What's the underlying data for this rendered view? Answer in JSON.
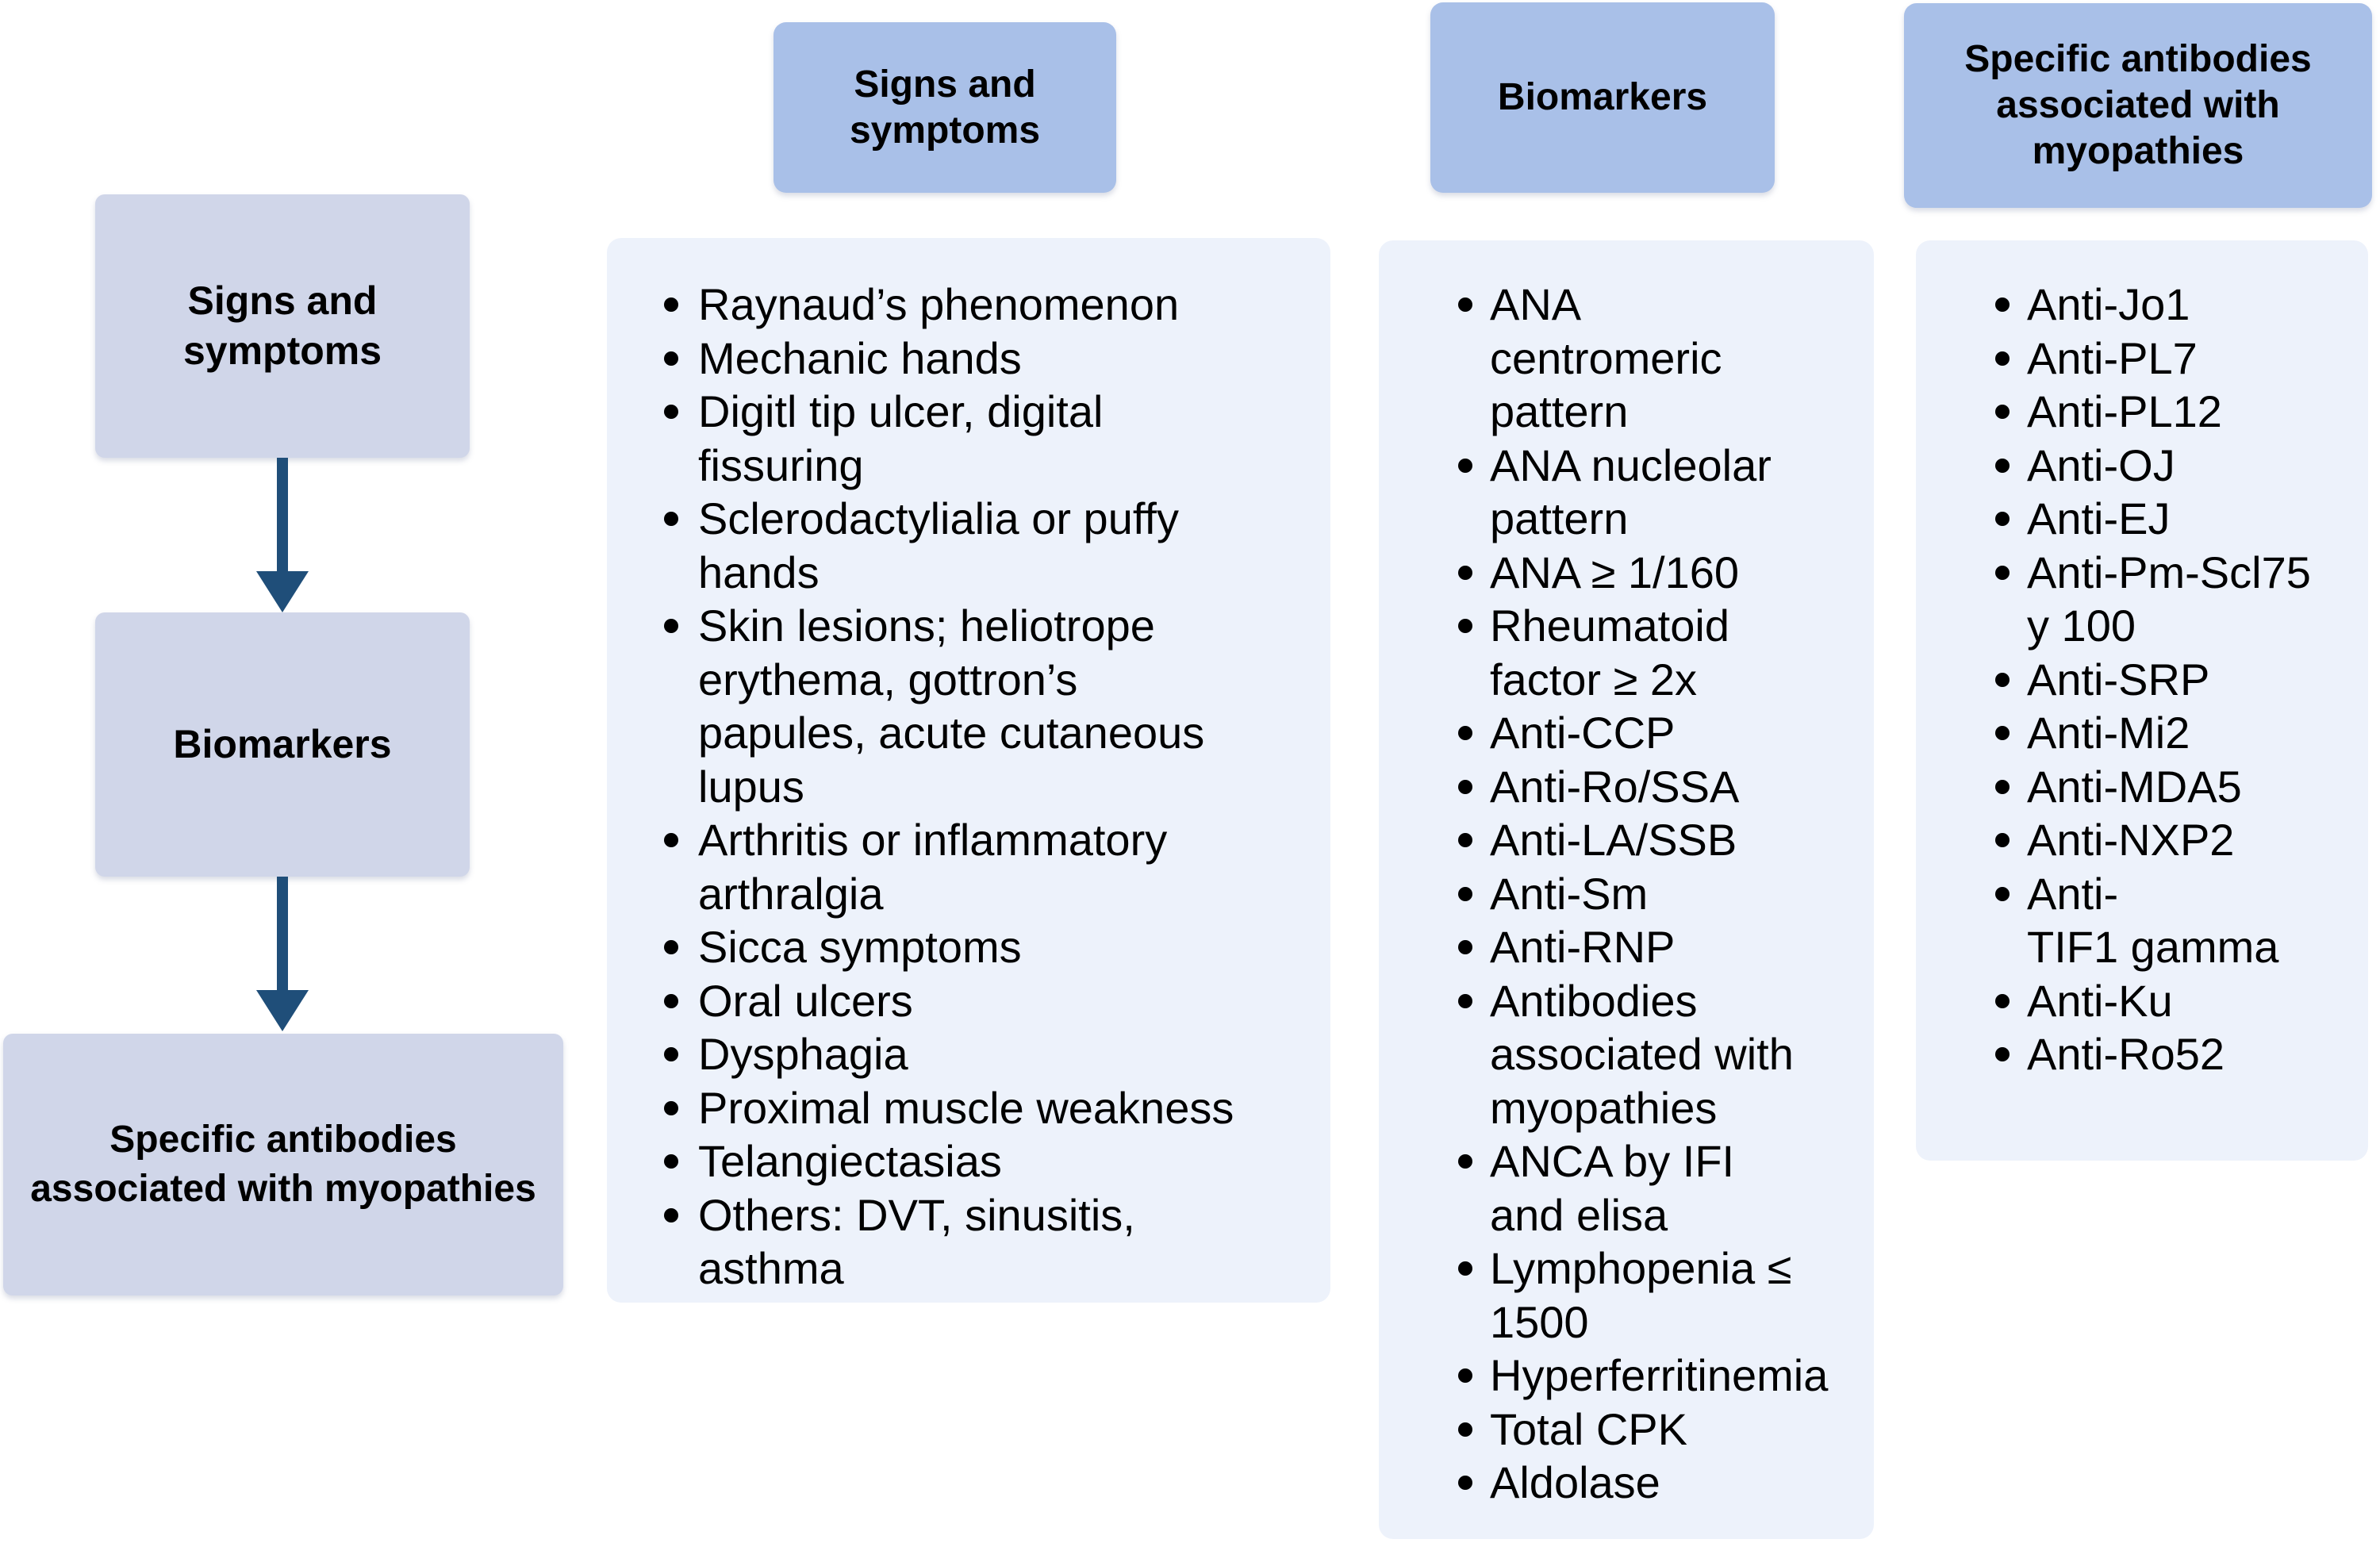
{
  "colors": {
    "header_fill": "#a9c0e8",
    "flow_box_fill": "#d0d6e9",
    "list_fill": "#edf2fb",
    "arrow": "#1f4e79",
    "text": "#000000"
  },
  "flow": {
    "step1": "Signs and\nsymptoms",
    "step2": "Biomarkers",
    "step3": "Specific antibodies\nassociated with myopathies"
  },
  "columns": [
    {
      "header": "Signs and\nsymptoms",
      "items": [
        "Raynaud’s phenomenon",
        "Mechanic hands",
        "Digitl tip ulcer, digital\nfissuring",
        "Sclerodactylialia or puffy\nhands",
        "Skin lesions; heliotrope\nerythema, gottron’s\npapules, acute cutaneous\nlupus",
        "Arthritis or inflammatory\narthralgia",
        "Sicca symptoms",
        "Oral ulcers",
        "Dysphagia",
        "Proximal muscle weakness",
        "Telangiectasias",
        "Others: DVT, sinusitis,\nasthma"
      ]
    },
    {
      "header": "Biomarkers",
      "items": [
        "ANA\ncentromeric\npattern",
        "ANA nucleolar\npattern",
        "ANA ≥ 1/160",
        "Rheumatoid\nfactor ≥ 2x",
        "Anti-CCP",
        "Anti-Ro/SSA",
        "Anti-LA/SSB",
        "Anti-Sm",
        "Anti-RNP",
        "Antibodies\nassociated with\nmyopathies",
        "ANCA by IFI\nand elisa",
        "Lymphopenia ≤\n1500",
        "Hyperferritinemia",
        "Total CPK",
        "Aldolase"
      ]
    },
    {
      "header": "Specific antibodies\nassociated with\nmyopathies",
      "items": [
        "Anti-Jo1",
        "Anti-PL7",
        "Anti-PL12",
        "Anti-OJ",
        "Anti-EJ",
        "Anti-Pm-Scl75\ny 100",
        "Anti-SRP",
        "Anti-Mi2",
        "Anti-MDA5",
        "Anti-NXP2",
        "Anti-\nTIF1 gamma",
        "Anti-Ku",
        "Anti-Ro52"
      ]
    }
  ]
}
